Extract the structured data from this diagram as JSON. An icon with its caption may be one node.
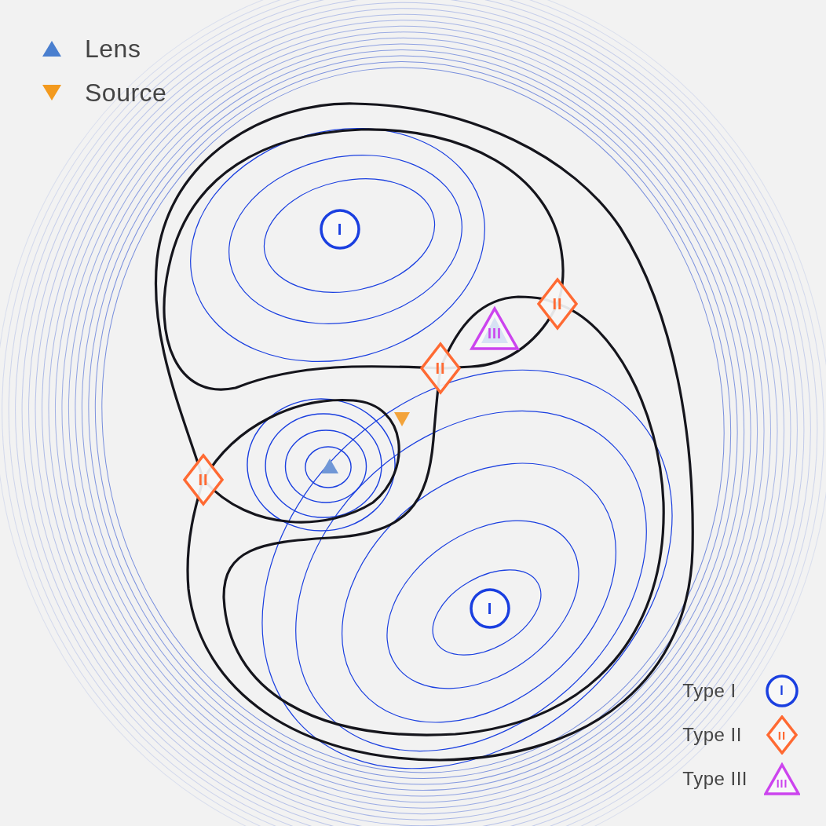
{
  "diagram": {
    "nodes": [
      {
        "text": [
          "I"
        ]
      },
      {
        "text": [
          "II"
        ]
      },
      {
        "text": [
          "III"
        ]
      },
      {
        "text": [
          "II"
        ]
      },
      {
        "text": [
          "II"
        ]
      },
      {
        "text": [
          "I"
        ]
      }
    ],
    "labels": [
      "I",
      "II",
      "III"
    ],
    "legend": [
      {
        "text": "Lens"
      },
      {
        "text": "Source"
      },
      {
        "text": "Type I"
      },
      {
        "text": "Type II"
      },
      {
        "text": "Type III"
      }
    ]
  }
}
